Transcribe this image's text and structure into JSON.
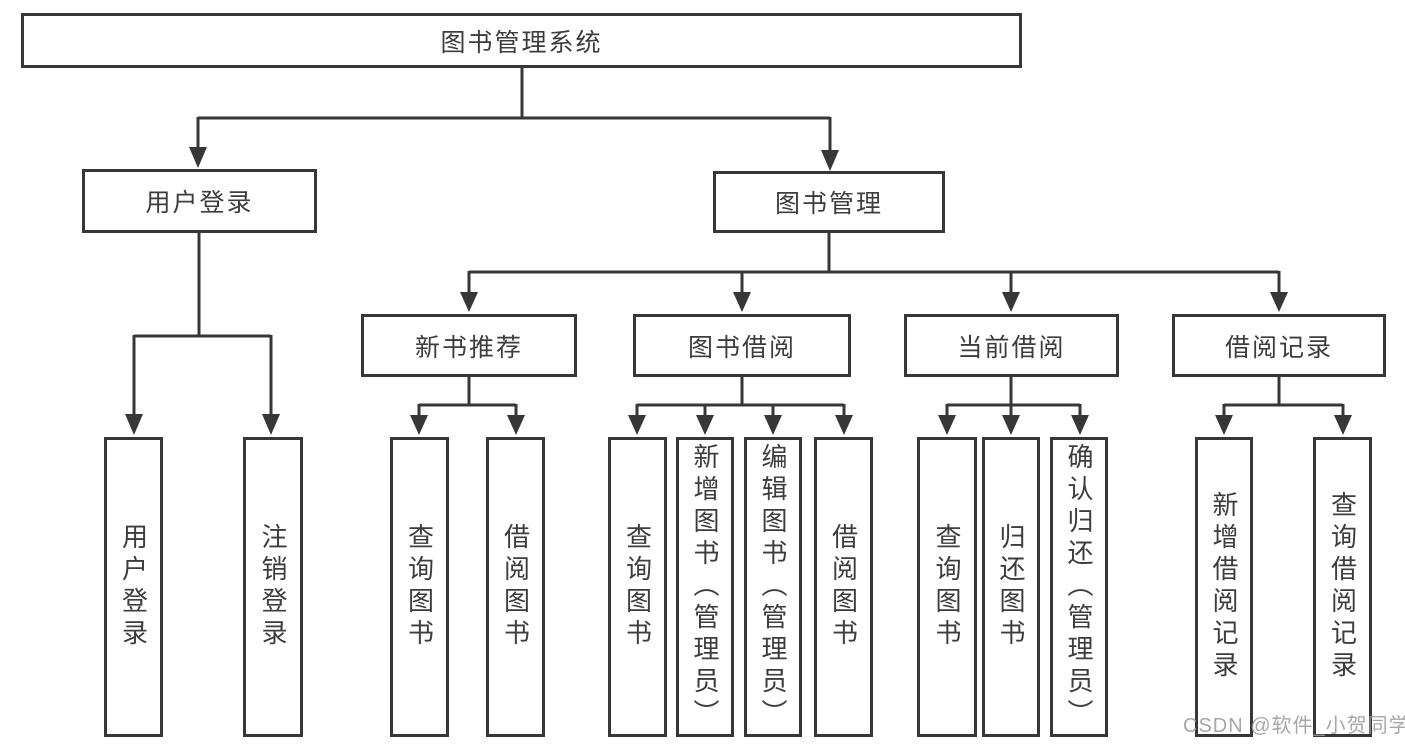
{
  "diagram": {
    "root": {
      "label": "图书管理系统"
    },
    "branches": [
      {
        "label": "用户登录",
        "children": [
          {
            "label": "用户登录"
          },
          {
            "label": "注销登录"
          }
        ]
      },
      {
        "label": "图书管理",
        "children": [
          {
            "label": "新书推荐",
            "children": [
              {
                "label": "查询图书"
              },
              {
                "label": "借阅图书"
              }
            ]
          },
          {
            "label": "图书借阅",
            "children": [
              {
                "label": "查询图书"
              },
              {
                "label": "新增图书（管理员）"
              },
              {
                "label": "编辑图书（管理员）"
              },
              {
                "label": "借阅图书"
              }
            ]
          },
          {
            "label": "当前借阅",
            "children": [
              {
                "label": "查询图书"
              },
              {
                "label": "归还图书"
              },
              {
                "label": "确认归还（管理员）"
              }
            ]
          },
          {
            "label": "借阅记录",
            "children": [
              {
                "label": "新增借阅记录"
              },
              {
                "label": "查询借阅记录"
              }
            ]
          }
        ]
      }
    ]
  },
  "watermark": "CSDN @软件_小贺同学",
  "colors": {
    "line": "#373737",
    "text": "#3d3d3d",
    "watermark": "#9c9c9c",
    "background": "#ffffff"
  }
}
